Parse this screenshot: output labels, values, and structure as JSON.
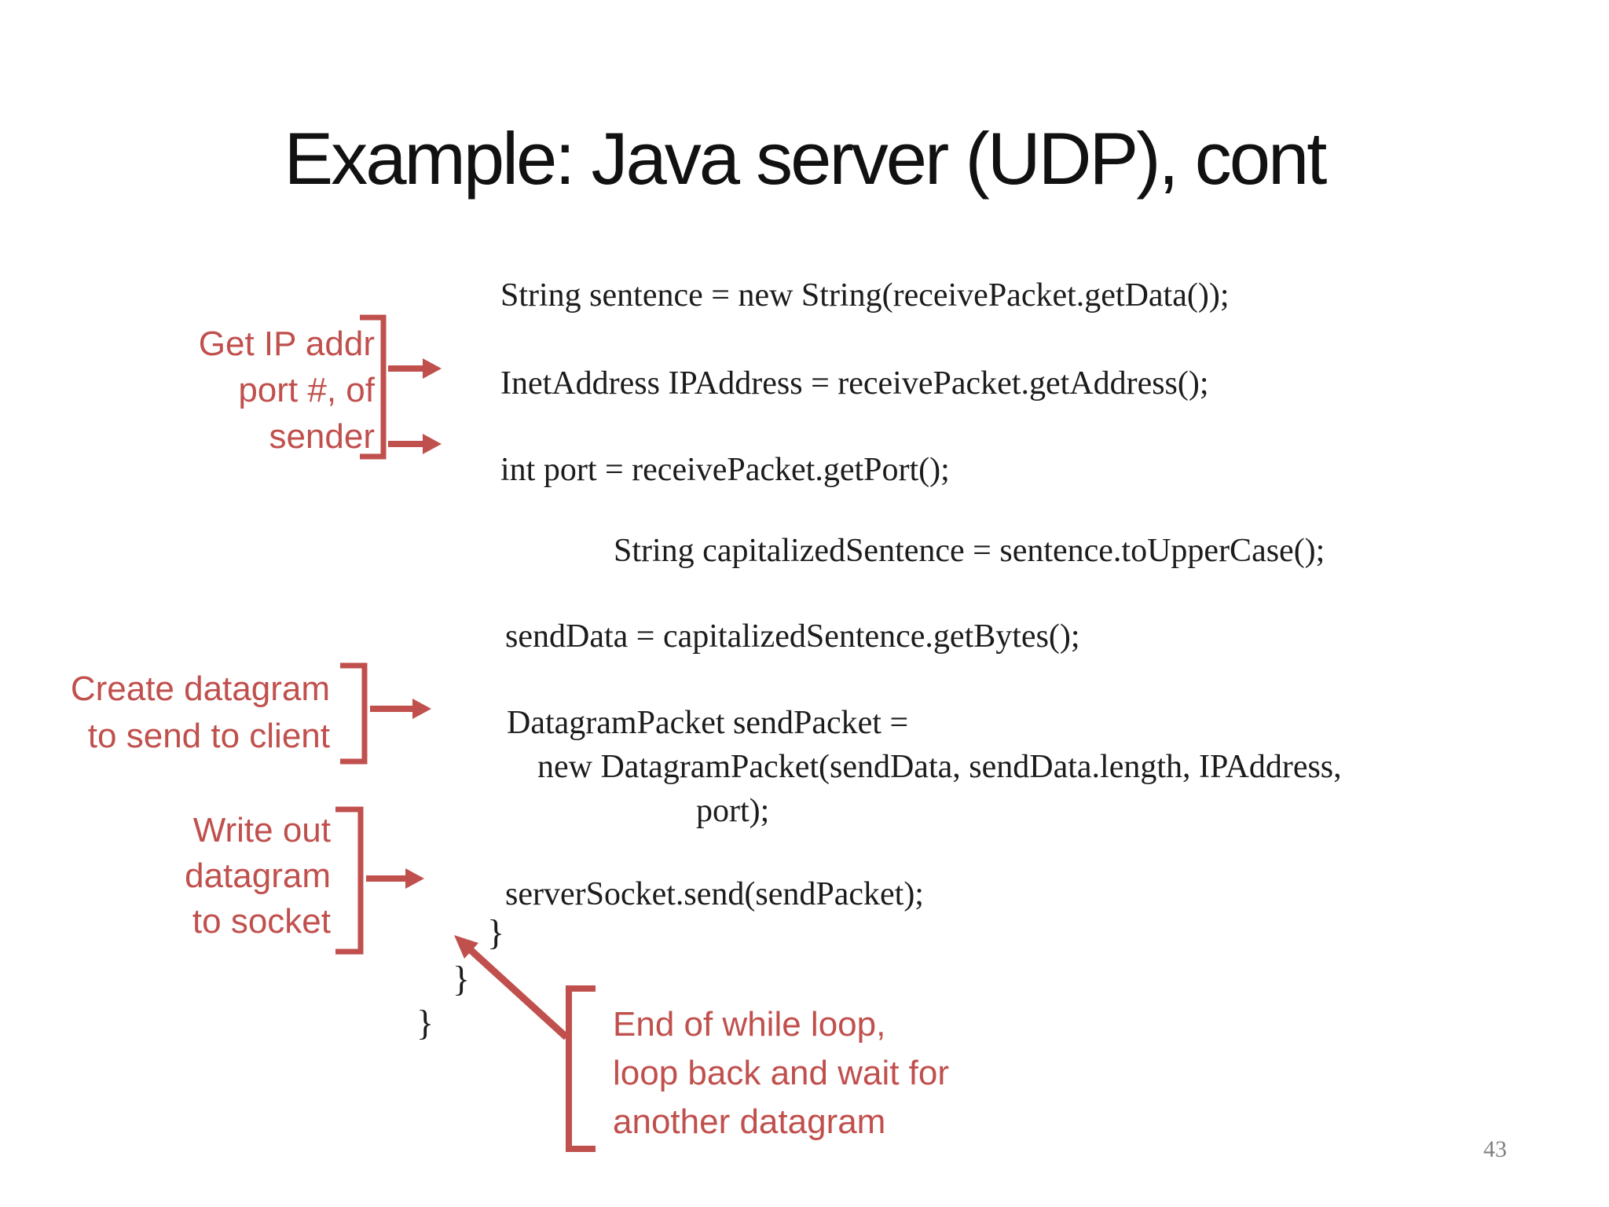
{
  "slide": {
    "title": "Example: Java server (UDP), cont",
    "page_number": "43"
  },
  "colors": {
    "annotation_red": "#c0504d",
    "code_black": "#1c1c1c",
    "page_number_gray": "#818181",
    "background": "#ffffff"
  },
  "code": {
    "lines": [
      "String sentence = new String(receivePacket.getData());",
      "InetAddress IPAddress = receivePacket.getAddress();",
      "int port = receivePacket.getPort();",
      "String capitalizedSentence = sentence.toUpperCase();",
      "sendData = capitalizedSentence.getBytes();",
      "DatagramPacket sendPacket =",
      "new DatagramPacket(sendData, sendData.length, IPAddress,",
      "port);",
      "serverSocket.send(sendPacket);"
    ],
    "braces": [
      "}",
      "}",
      "}"
    ]
  },
  "annotations": {
    "get_ip_sender": {
      "lines": [
        "Get IP addr",
        "port #, of",
        "sender"
      ]
    },
    "create_datagram": {
      "lines": [
        "Create datagram",
        "to send to client"
      ]
    },
    "write_out": {
      "lines": [
        "Write out",
        "datagram",
        "to socket"
      ]
    },
    "end_of_loop": {
      "lines": [
        "End of while loop,",
        "loop back and wait for",
        "another datagram"
      ]
    }
  }
}
